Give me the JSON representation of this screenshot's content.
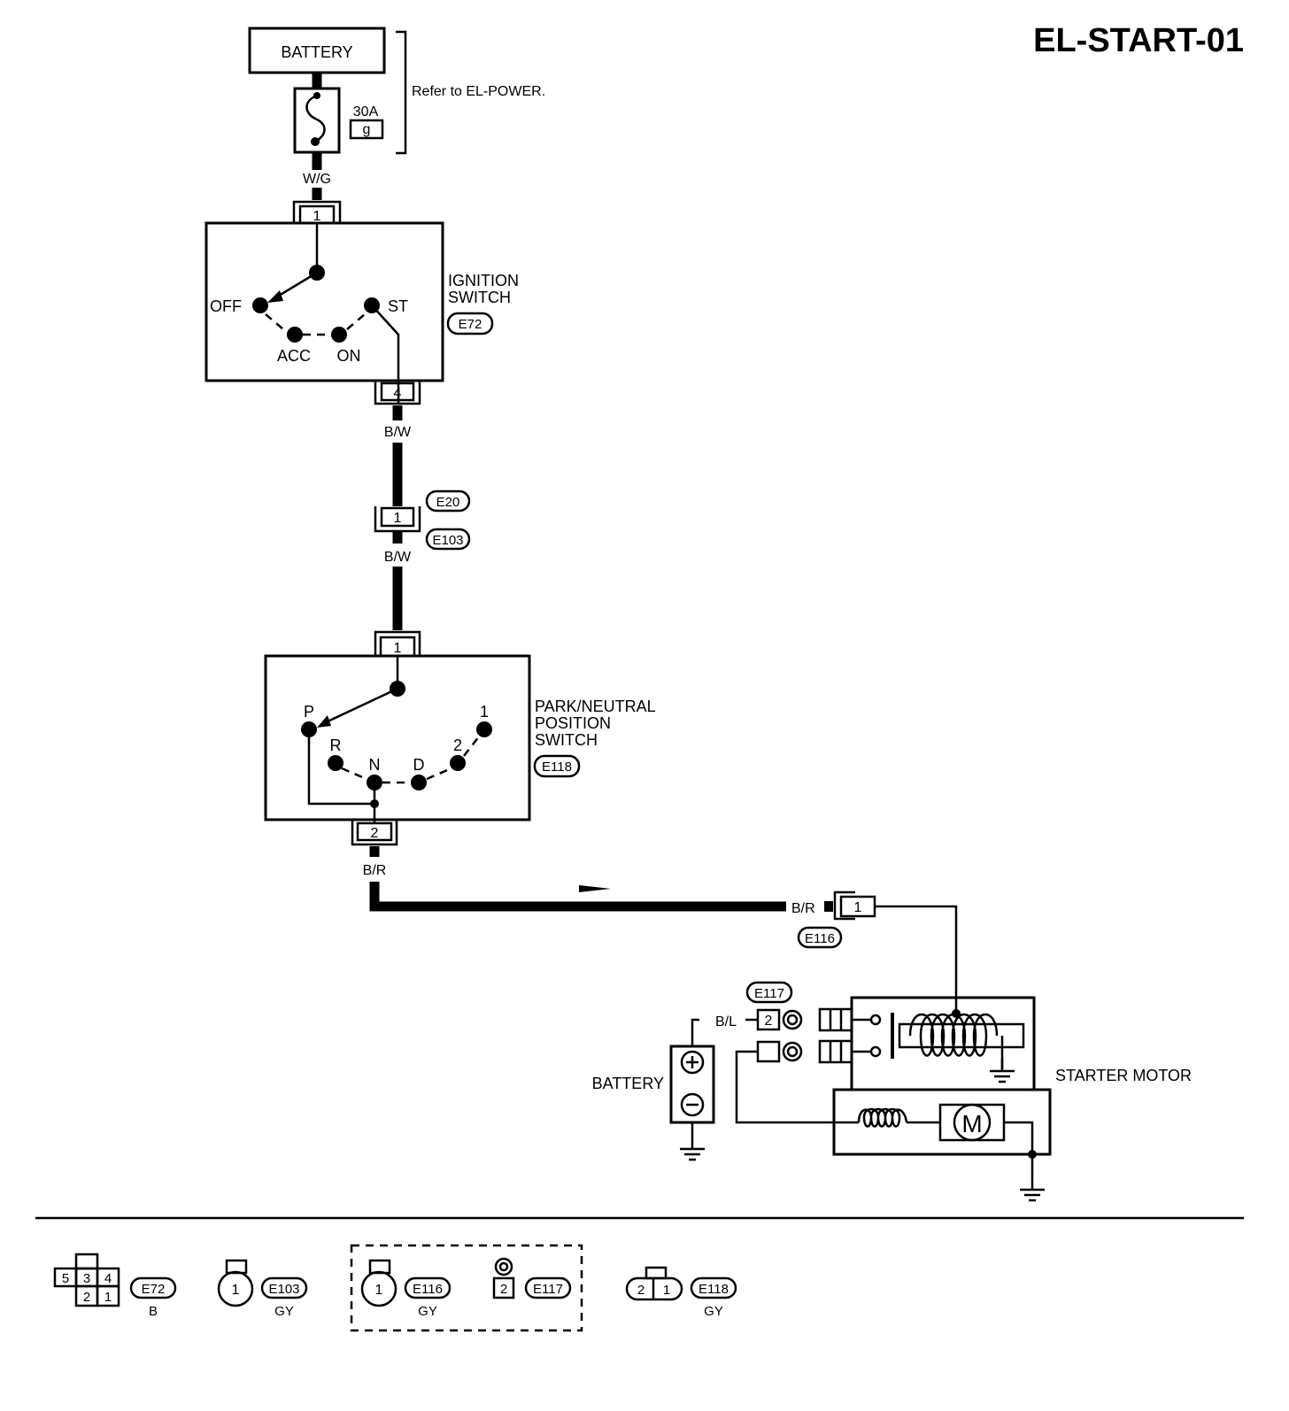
{
  "title": "EL-START-01",
  "battery_top": {
    "label": "BATTERY",
    "fuse_rating": "30A",
    "fuse_id": "g",
    "note": "Refer to EL-POWER."
  },
  "wires": {
    "wg": "W/G",
    "bw1": "B/W",
    "bw2": "B/W",
    "br1": "B/R",
    "br2": "B/R",
    "bl": "B/L"
  },
  "ignition_switch": {
    "name_line1": "IGNITION",
    "name_line2": "SWITCH",
    "connector": "E72",
    "pin_in": "1",
    "pin_out": "4",
    "positions": {
      "off": "OFF",
      "acc": "ACC",
      "on": "ON",
      "st": "ST"
    }
  },
  "joint_connectors": {
    "upper": "E20",
    "lower": "E103",
    "pin": "1"
  },
  "pnp_switch": {
    "name_line1": "PARK/NEUTRAL",
    "name_line2": "POSITION",
    "name_line3": "SWITCH",
    "connector": "E118",
    "pin_in": "1",
    "pin_out": "2",
    "positions": {
      "p": "P",
      "r": "R",
      "n": "N",
      "d": "D",
      "two": "2",
      "one": "1"
    }
  },
  "starter": {
    "name": "STARTER MOTOR",
    "conn_s": "E116",
    "conn_s_pin": "1",
    "conn_b": "E117",
    "conn_b_pin": "2",
    "motor_symbol": "M"
  },
  "battery_bottom": {
    "label": "BATTERY"
  },
  "legend": [
    {
      "code": "E72",
      "color": "B",
      "pins_top": [
        "5",
        "3",
        "4"
      ],
      "pins_bottom": [
        "2",
        "1"
      ]
    },
    {
      "code": "E103",
      "color": "GY",
      "pin": "1"
    },
    {
      "code": "E116",
      "color": "GY",
      "pin": "1"
    },
    {
      "code": "E117",
      "color": "",
      "pin": "2"
    },
    {
      "code": "E118",
      "color": "GY",
      "pins": [
        "2",
        "1"
      ]
    }
  ]
}
